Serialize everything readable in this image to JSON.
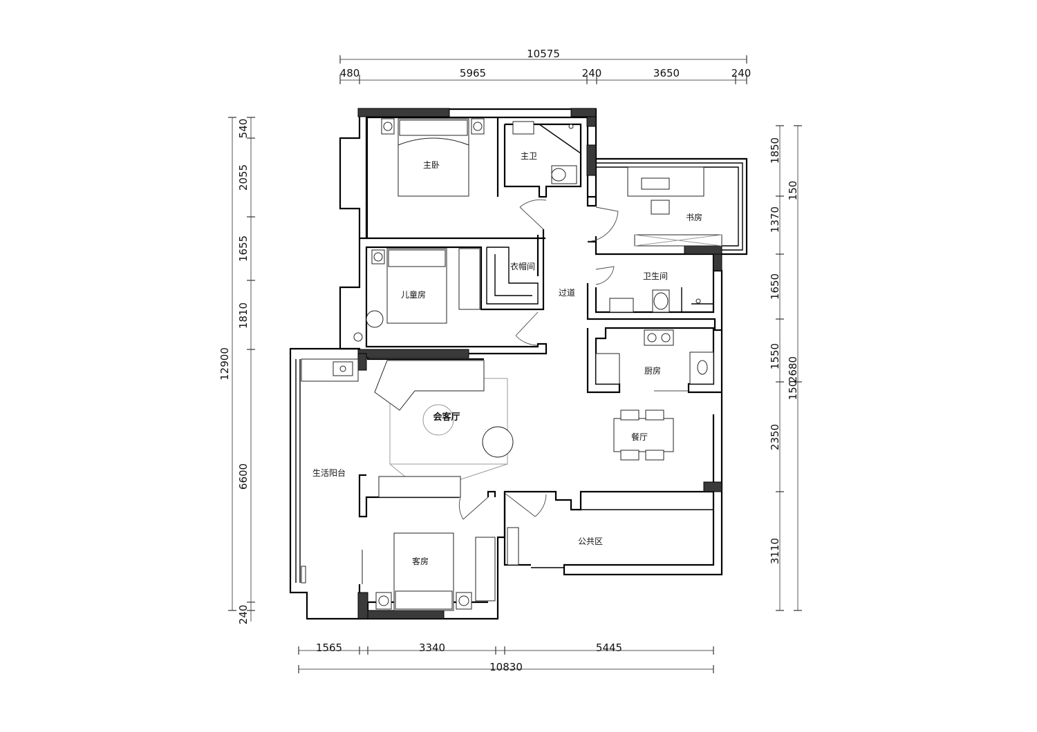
{
  "top_dims": {
    "total": "10575",
    "segments": [
      "480",
      "5965",
      "240",
      "3650",
      "240"
    ]
  },
  "bottom_dims": {
    "total": "10830",
    "segments": [
      "1565",
      "3340",
      "5445"
    ]
  },
  "left_dims": {
    "total": "12900",
    "segments": [
      "540",
      "2055",
      "1655",
      "1810",
      "6600",
      "240"
    ]
  },
  "right_dims": {
    "segments": [
      "1850",
      "150",
      "1370",
      "1650",
      "1550",
      "2680",
      "150",
      "2350",
      "3110"
    ]
  },
  "rooms": {
    "master_bedroom": "主卧",
    "master_bath": "主卫",
    "study": "书房",
    "cloakroom": "衣帽间",
    "children_room": "儿童房",
    "corridor": "过道",
    "bathroom": "卫生间",
    "kitchen": "厨房",
    "living_room": "会客厅",
    "dining_room": "餐厅",
    "balcony": "生活阳台",
    "guest_room": "客房",
    "public_area": "公共区"
  }
}
